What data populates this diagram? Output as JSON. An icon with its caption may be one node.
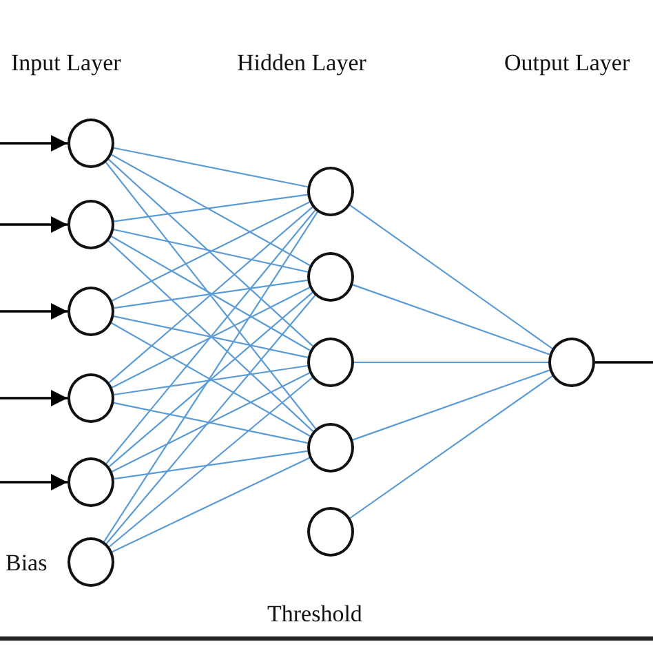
{
  "diagram": {
    "nodes": [
      {
        "text": [],
        "shape": "circle"
      },
      {
        "text": [],
        "shape": "circle"
      },
      {
        "text": [],
        "shape": "circle"
      },
      {
        "text": [],
        "shape": "circle"
      },
      {
        "text": [],
        "shape": "circle"
      },
      {
        "text": [],
        "shape": "circle",
        "beside": [
          "Bias"
        ]
      },
      {
        "text": [],
        "shape": "circle"
      },
      {
        "text": [],
        "shape": "circle"
      },
      {
        "text": [],
        "shape": "circle"
      },
      {
        "text": [],
        "shape": "circle"
      },
      {
        "text": [],
        "shape": "circle",
        "beside": [
          "Threshold"
        ]
      },
      {
        "text": [],
        "shape": "circle"
      }
    ],
    "edges": [
      {
        "from": null,
        "to": 0,
        "arrow": "to",
        "color": "#000000"
      },
      {
        "from": null,
        "to": 1,
        "arrow": "to",
        "color": "#000000"
      },
      {
        "from": null,
        "to": 2,
        "arrow": "to",
        "color": "#000000"
      },
      {
        "from": null,
        "to": 3,
        "arrow": "to",
        "color": "#000000"
      },
      {
        "from": null,
        "to": 4,
        "arrow": "to",
        "color": "#000000"
      },
      {
        "from": 0,
        "to": 6,
        "arrow": "none"
      },
      {
        "from": 0,
        "to": 7,
        "arrow": "none"
      },
      {
        "from": 0,
        "to": 8,
        "arrow": "none"
      },
      {
        "from": 0,
        "to": 9,
        "arrow": "none"
      },
      {
        "from": 1,
        "to": 6,
        "arrow": "none"
      },
      {
        "from": 1,
        "to": 7,
        "arrow": "none"
      },
      {
        "from": 1,
        "to": 8,
        "arrow": "none"
      },
      {
        "from": 1,
        "to": 9,
        "arrow": "none"
      },
      {
        "from": 2,
        "to": 6,
        "arrow": "none"
      },
      {
        "from": 2,
        "to": 7,
        "arrow": "none"
      },
      {
        "from": 2,
        "to": 8,
        "arrow": "none"
      },
      {
        "from": 2,
        "to": 9,
        "arrow": "none"
      },
      {
        "from": 3,
        "to": 6,
        "arrow": "none"
      },
      {
        "from": 3,
        "to": 7,
        "arrow": "none"
      },
      {
        "from": 3,
        "to": 8,
        "arrow": "none"
      },
      {
        "from": 3,
        "to": 9,
        "arrow": "none"
      },
      {
        "from": 4,
        "to": 6,
        "arrow": "none"
      },
      {
        "from": 4,
        "to": 7,
        "arrow": "none"
      },
      {
        "from": 4,
        "to": 8,
        "arrow": "none"
      },
      {
        "from": 4,
        "to": 9,
        "arrow": "none"
      },
      {
        "from": 5,
        "to": 6,
        "arrow": "none"
      },
      {
        "from": 5,
        "to": 7,
        "arrow": "none"
      },
      {
        "from": 5,
        "to": 8,
        "arrow": "none"
      },
      {
        "from": 5,
        "to": 9,
        "arrow": "none"
      },
      {
        "from": 6,
        "to": 11,
        "arrow": "none"
      },
      {
        "from": 7,
        "to": 11,
        "arrow": "none"
      },
      {
        "from": 8,
        "to": 11,
        "arrow": "none"
      },
      {
        "from": 9,
        "to": 11,
        "arrow": "none"
      },
      {
        "from": 10,
        "to": 11,
        "arrow": "none"
      },
      {
        "from": 11,
        "to": null,
        "arrow": "none",
        "color": "#000000"
      }
    ],
    "labels": [
      "Input Layer",
      "Hidden Layer",
      "Output Layer"
    ]
  }
}
